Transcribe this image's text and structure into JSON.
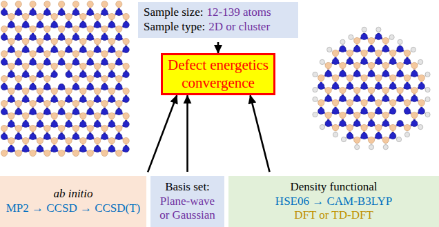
{
  "diagram": {
    "nodes": [
      {
        "text": [
          "Sample size:",
          "12-139 atoms",
          "Sample type:",
          "2D or cluster"
        ]
      },
      {
        "text": [
          "Defect energetics convergence"
        ]
      },
      {
        "text": [
          "ab initio",
          "MP2 → CCSD → CCSD(T)"
        ]
      },
      {
        "text": [
          "Basis set:",
          "Plane-wave",
          "or Gaussian"
        ]
      },
      {
        "text": [
          "Density functional",
          "HSE06 → CAM-B3LYP",
          "DFT or TD-DFT"
        ]
      }
    ],
    "edges": [
      {
        "from": 0,
        "to": 1,
        "arrow": "to"
      },
      {
        "from": 2,
        "to": 1,
        "arrow": "to"
      },
      {
        "from": 3,
        "to": 1,
        "arrow": "to"
      },
      {
        "from": 4,
        "to": 1,
        "arrow": "to"
      }
    ]
  }
}
